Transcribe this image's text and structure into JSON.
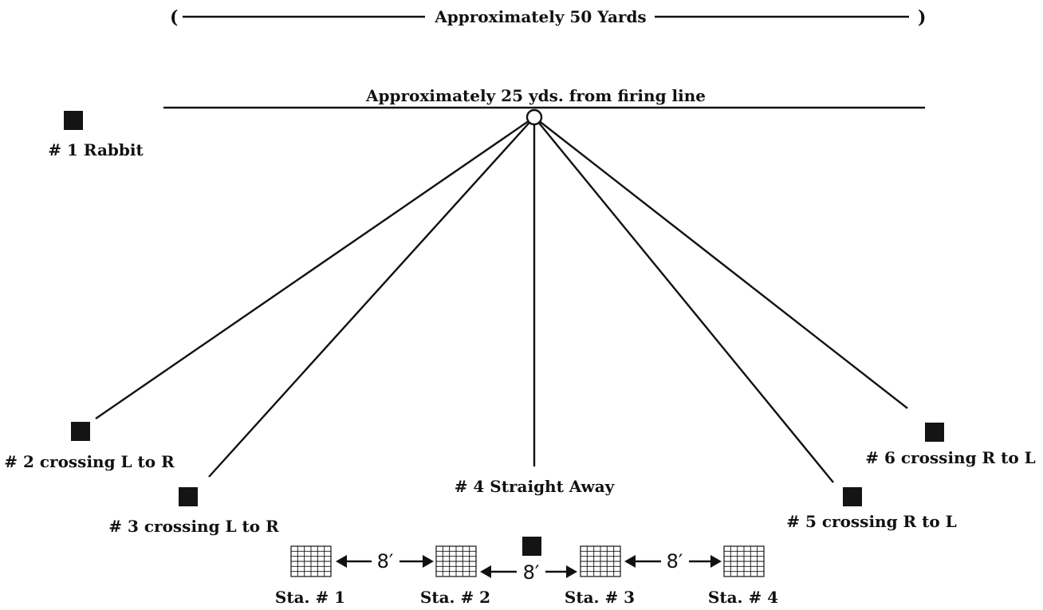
{
  "header": {
    "width_label": "Approximately 50 Yards",
    "paren_open": "(",
    "paren_close": ")"
  },
  "line_label": "Approximately 25 yds. from firing line",
  "targets": [
    {
      "id": "1",
      "label": "# 1 Rabbit"
    },
    {
      "id": "2",
      "label": "# 2 crossing L to R"
    },
    {
      "id": "3",
      "label": "# 3 crossing L to R"
    },
    {
      "id": "4",
      "label": "# 4 Straight Away"
    },
    {
      "id": "5",
      "label": "# 5 crossing R to L"
    },
    {
      "id": "6",
      "label": "# 6 crossing R to L"
    }
  ],
  "stations": [
    {
      "label": "Sta. # 1"
    },
    {
      "label": "Sta. # 2"
    },
    {
      "label": "Sta. # 3"
    },
    {
      "label": "Sta. # 4"
    }
  ],
  "spacing_label": "8′"
}
